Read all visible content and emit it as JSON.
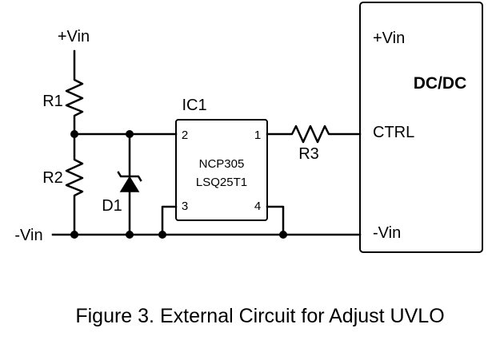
{
  "labels": {
    "vin_plus": "+Vin",
    "vin_minus": "-Vin",
    "r1": "R1",
    "r2": "R2",
    "r3": "R3",
    "d1": "D1",
    "ic": "IC1"
  },
  "ic1": {
    "part_line1": "NCP305",
    "part_line2": "LSQ25T1",
    "pin1": "1",
    "pin2": "2",
    "pin3": "3",
    "pin4": "4"
  },
  "dcdc": {
    "title": "DC/DC",
    "vin_plus": "+Vin",
    "ctrl": "CTRL",
    "vin_minus": "-Vin"
  },
  "caption": "Figure 3. External Circuit for Adjust UVLO"
}
